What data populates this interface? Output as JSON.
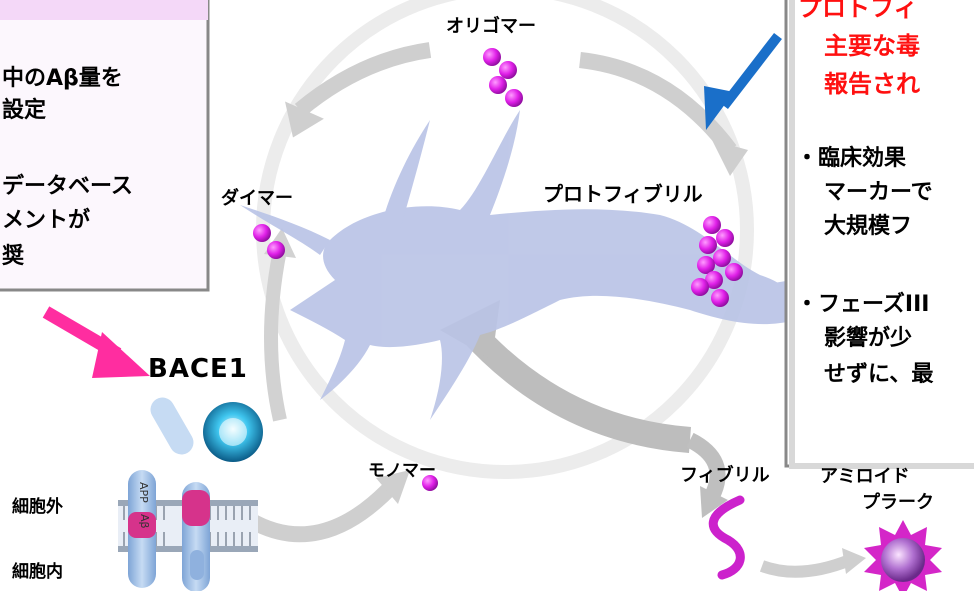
{
  "left_box": {
    "lines": [
      "中のAβ量を",
      "設定",
      "データベース",
      "メントが",
      "奨"
    ]
  },
  "right_box": {
    "red_lines": [
      "プロトフィ",
      "主要な毒",
      "報告され"
    ],
    "black_lines": [
      "・臨床効果",
      "マーカーで",
      "大規模フ",
      "・フェーズIII",
      "影響が少",
      "せずに、最"
    ]
  },
  "labels": {
    "oligomer": "オリゴマー",
    "dimer": "ダイマー",
    "protofibril": "プロトフィブリル",
    "monomer": "モノマー",
    "fibril": "フィブリル",
    "amyloid_plaque_1": "アミロイド",
    "amyloid_plaque_2": "プラーク",
    "bace1": "BACE1",
    "extracellular": "細胞外",
    "intracellular": "細胞内",
    "app": "APP",
    "abeta": "Aβ"
  },
  "colors": {
    "oligomer_bead": "#e020e8",
    "plaque": "#cc22cc",
    "neuron": "#b8c2e4",
    "red_text": "#ff1010",
    "pink_arrow": "#ff2da0",
    "blue_arrow": "#1a6fc9",
    "gray_arrow": "#c8c8c8"
  }
}
